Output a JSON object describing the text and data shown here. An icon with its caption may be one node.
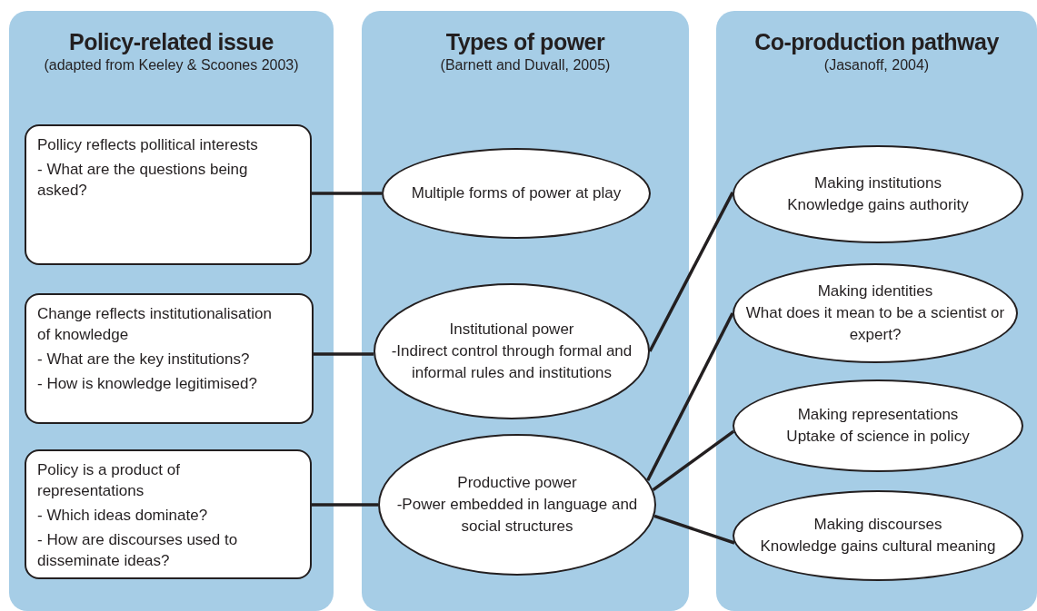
{
  "diagram": {
    "nodes": [
      {
        "text": [
          "Policy-related issue",
          "(adapted from Keeley & Scoones 2003)"
        ]
      },
      {
        "text": [
          "Pollicy reflects pollitical interests",
          "- What are the questions being asked?"
        ],
        "in": 0
      },
      {
        "text": [
          "Change reflects institutionalisation of knowledge",
          "- What are the key institutions?",
          "- How is knowledge legitimised?"
        ],
        "in": 0
      },
      {
        "text": [
          "Policy is a product of representations",
          "- Which ideas dominate?",
          "- How are discourses used to disseminate ideas?"
        ],
        "in": 0
      },
      {
        "text": [
          "Types of power",
          "(Barnett and Duvall, 2005)"
        ]
      },
      {
        "text": [
          "Multiple forms of power at play"
        ],
        "in": 4
      },
      {
        "text": [
          "Institutional power",
          "-Indirect control through formal and informal rules and institutions"
        ],
        "in": 4
      },
      {
        "text": [
          "Productive power",
          "-Power embedded in language and social structures"
        ],
        "in": 4
      },
      {
        "text": [
          "Co-production pathway",
          "(Jasanoff, 2004)"
        ]
      },
      {
        "text": [
          "Making institutions",
          "Knowledge gains authority"
        ],
        "in": 8
      },
      {
        "text": [
          "Making identities",
          "What does it mean to be a scientist or expert?"
        ],
        "in": 8
      },
      {
        "text": [
          "Making representations",
          "Uptake of science in policy"
        ],
        "in": 8
      },
      {
        "text": [
          "Making discourses",
          "Knowledge gains cultural meaning"
        ],
        "in": 8
      }
    ],
    "edges": [
      {
        "from": 1,
        "to": 5,
        "arrow": "none"
      },
      {
        "from": 2,
        "to": 6,
        "arrow": "none"
      },
      {
        "from": 3,
        "to": 7,
        "arrow": "none"
      },
      {
        "from": 6,
        "to": 9,
        "arrow": "none"
      },
      {
        "from": 7,
        "to": 10,
        "arrow": "none"
      },
      {
        "from": 7,
        "to": 11,
        "arrow": "none"
      },
      {
        "from": 7,
        "to": 12,
        "arrow": "none"
      }
    ]
  }
}
